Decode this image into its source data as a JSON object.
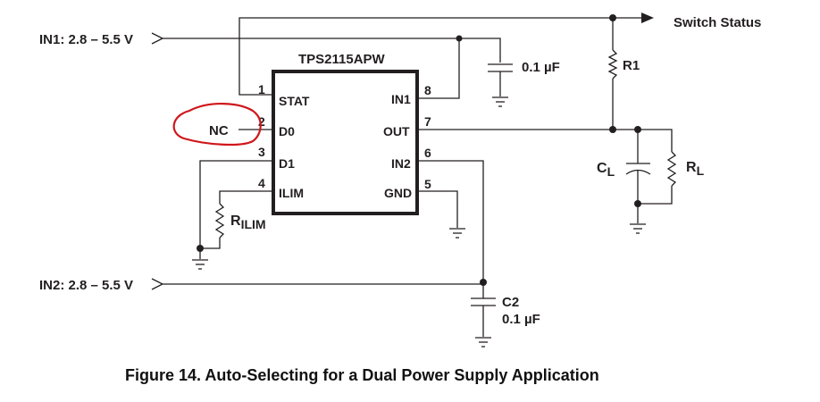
{
  "figure": {
    "caption": "Figure 14.  Auto-Selecting for a Dual Power Supply Application"
  },
  "chip": {
    "part_number": "TPS2115APW",
    "pins_left": [
      {
        "number": "1",
        "name": "STAT"
      },
      {
        "number": "2",
        "name": "D0"
      },
      {
        "number": "3",
        "name": "D1"
      },
      {
        "number": "4",
        "name": "ILIM"
      }
    ],
    "pins_right": [
      {
        "number": "8",
        "name": "IN1"
      },
      {
        "number": "7",
        "name": "OUT"
      },
      {
        "number": "6",
        "name": "IN2"
      },
      {
        "number": "5",
        "name": "GND"
      }
    ]
  },
  "inputs": {
    "in1": "IN1: 2.8 – 5.5 V",
    "in2": "IN2: 2.8 – 5.5 V"
  },
  "outputs": {
    "switch_status": "Switch Status"
  },
  "components": {
    "c_in1": {
      "value": "0.1 µF"
    },
    "c2": {
      "ref": "C2",
      "value": "0.1 µF"
    },
    "r1": {
      "ref": "R1"
    },
    "cl": {
      "ref": "C",
      "sub": "L"
    },
    "rl": {
      "ref": "R",
      "sub": "L"
    },
    "rilim": {
      "ref": "R",
      "sub": "ILIM"
    }
  },
  "annotation": {
    "nc_label": "NC",
    "highlight_color": "#d0161b"
  }
}
